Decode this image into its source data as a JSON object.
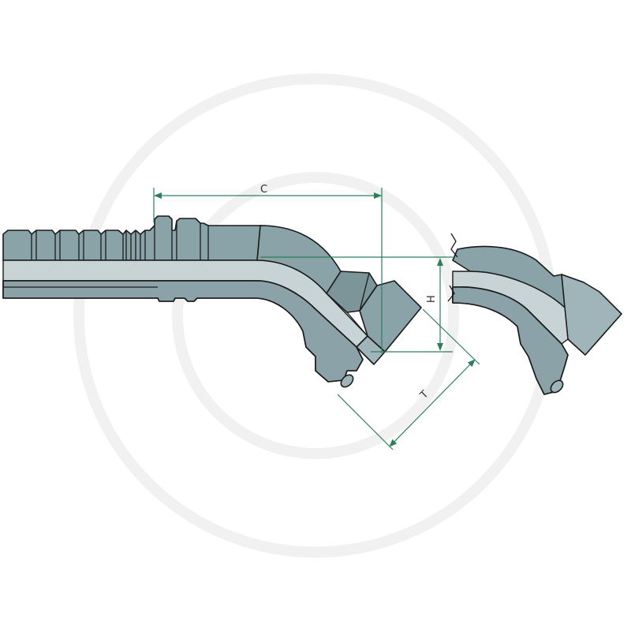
{
  "dimensions": {
    "c_label": "C",
    "h_label": "H",
    "t_label": "T"
  },
  "colors": {
    "steel": "#8aa3a8",
    "steel_light": "#9fb5b9",
    "bore": "#c7d3d5",
    "dimension_line": "#2e7d5b",
    "outline": "#1a1a1a"
  }
}
